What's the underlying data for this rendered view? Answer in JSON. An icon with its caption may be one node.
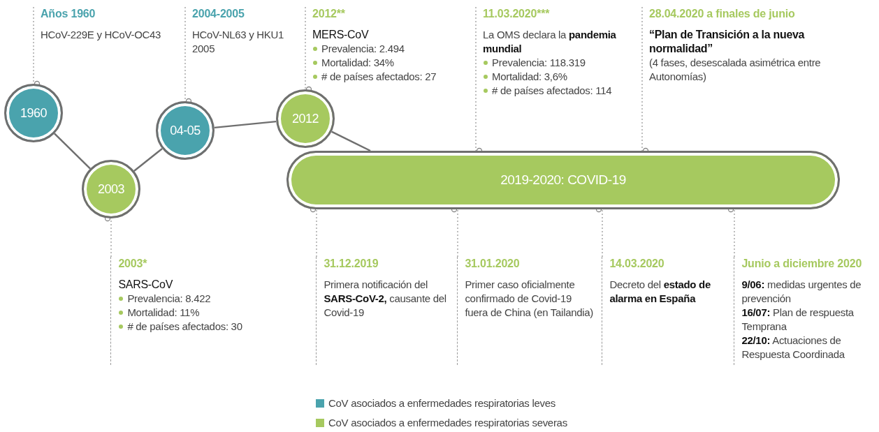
{
  "diagram": {
    "nodes": [
      {
        "text": [
          "1960"
        ]
      },
      {
        "text": [
          "2003"
        ]
      },
      {
        "text": [
          "04-05"
        ]
      },
      {
        "text": [
          "2012"
        ]
      },
      {
        "text": [
          "2019-2020: COVID-19"
        ]
      },
      {
        "text": [
          "Años 1960",
          "HCoV-229E y HCoV-OC43"
        ]
      },
      {
        "text": [
          "2003*",
          "SARS-CoV",
          "Prevalencia: 8.422",
          "Mortalidad: 11%",
          "# de países afectados: 30"
        ]
      },
      {
        "text": [
          "2004-2005",
          "HCoV-NL63 y HKU1 2005"
        ]
      },
      {
        "text": [
          "2012**",
          "MERS-CoV",
          "Prevalencia: 2.494",
          "Mortalidad: 34%",
          "# de países afectados: 27"
        ]
      },
      {
        "text": [
          "11.03.2020***",
          "La OMS declara la **pandemia mundial**",
          "Prevalencia: 118.319",
          "Mortalidad: 3,6%",
          "# de países afectados: 114"
        ]
      },
      {
        "text": [
          "28.04.2020 a finales de junio",
          "“Plan de Transición a la nueva normalidad”",
          "(4 fases, desescalada asimétrica entre Autonomías)"
        ]
      },
      {
        "text": [
          "31.12.2019",
          "Primera notificación del **SARS-CoV-2,** causante del Covid-19"
        ]
      },
      {
        "text": [
          "31.01.2020",
          "Primer caso oficialmente confirmado de Covid-19 fuera de China (en Tailandia)"
        ]
      },
      {
        "text": [
          "14.03.2020",
          "Decreto del **estado de alarma en España**"
        ]
      },
      {
        "text": [
          "Junio a diciembre 2020",
          "**9/06:** medidas urgentes de prevención",
          "**16/07:** Plan de respuesta Temprana",
          "**22/10:** Actuaciones de Respuesta Coordinada"
        ]
      }
    ],
    "edges": [
      {
        "from": 0,
        "to": 1,
        "arrow": "none"
      },
      {
        "from": 1,
        "to": 2,
        "arrow": "none"
      },
      {
        "from": 2,
        "to": 3,
        "arrow": "none"
      },
      {
        "from": 3,
        "to": 4,
        "arrow": "none"
      },
      {
        "from": 5,
        "to": 0,
        "arrow": "other",
        "style": "dashed"
      },
      {
        "from": 6,
        "to": 1,
        "arrow": "other",
        "style": "dashed"
      },
      {
        "from": 7,
        "to": 2,
        "arrow": "other",
        "style": "dashed"
      },
      {
        "from": 8,
        "to": 3,
        "arrow": "other",
        "style": "dashed"
      },
      {
        "from": 9,
        "to": 4,
        "arrow": "other",
        "style": "dashed"
      },
      {
        "from": 10,
        "to": 4,
        "arrow": "other",
        "style": "dashed"
      },
      {
        "from": 11,
        "to": 4,
        "arrow": "other",
        "style": "dashed"
      },
      {
        "from": 12,
        "to": 4,
        "arrow": "other",
        "style": "dashed"
      },
      {
        "from": 13,
        "to": 4,
        "arrow": "other",
        "style": "dashed"
      },
      {
        "from": 14,
        "to": 4,
        "arrow": "other",
        "style": "dashed"
      }
    ],
    "legend": [
      {
        "text": "CoV asociados a enfermedades respiratorias leves",
        "color": "#4aa3ad"
      },
      {
        "text": "CoV asociados a enfermedades respiratorias severas",
        "color": "#a6c95f"
      }
    ]
  }
}
